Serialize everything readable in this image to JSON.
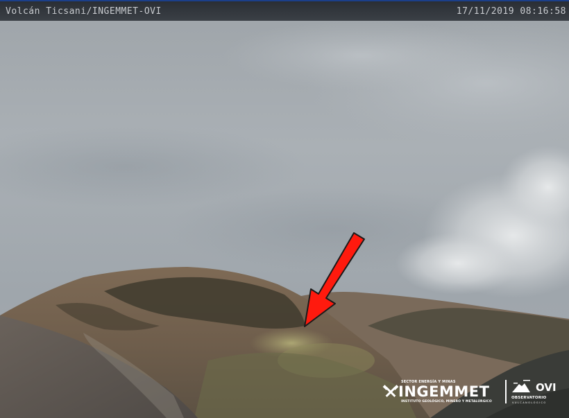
{
  "overlay": {
    "camera_label": "Volcán Ticsani/INGEMMET-OVI",
    "timestamp": "17/11/2019 08:16:58"
  },
  "logos": {
    "ingemmet_top": "SECTOR ENERGÍA Y MINAS",
    "ingemmet_name": "INGEMMET",
    "ingemmet_sub": "INSTITUTO GEOLÓGICO, MINERO Y METALÚRGICO",
    "ovi_name": "OVI",
    "ovi_sub": "OBSERVATORIO",
    "ovi_sub2": "VULCANOLÓGICO",
    "ingemmet_icon": "crossed-hammers-icon",
    "ovi_icon": "volcano-icon"
  },
  "annotation": {
    "arrow_color": "#ff1a0e",
    "arrow_icon": "arrow-down-left-icon"
  },
  "colors": {
    "sky": "#a9afb4",
    "osd_border": "#1b3f8a",
    "osd_text": "#c9ccd0"
  }
}
